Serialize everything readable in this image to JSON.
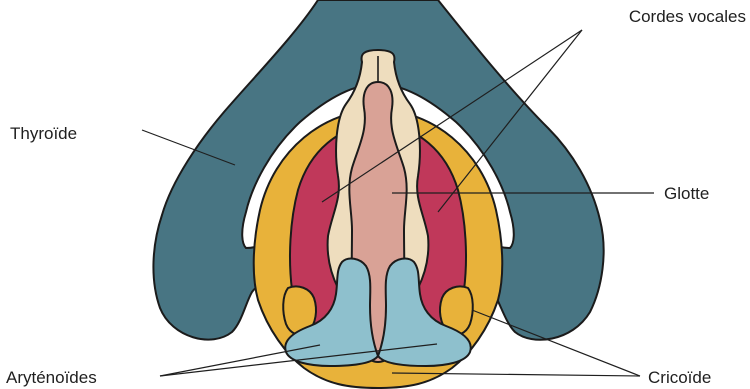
{
  "labels": {
    "cordes_vocales": "Cordes vocales",
    "thyroide": "Thyroïde",
    "glotte": "Glotte",
    "arytenoides": "Aryténoïdes",
    "cricoide": "Cricoïde"
  },
  "colors": {
    "thyroid": "#487583",
    "cricoid": "#E8B23A",
    "vocal_fold": "#C0385A",
    "glottis": "#D9A296",
    "cord_edge": "#EEDDBE",
    "arytenoid": "#8EC0CD"
  }
}
